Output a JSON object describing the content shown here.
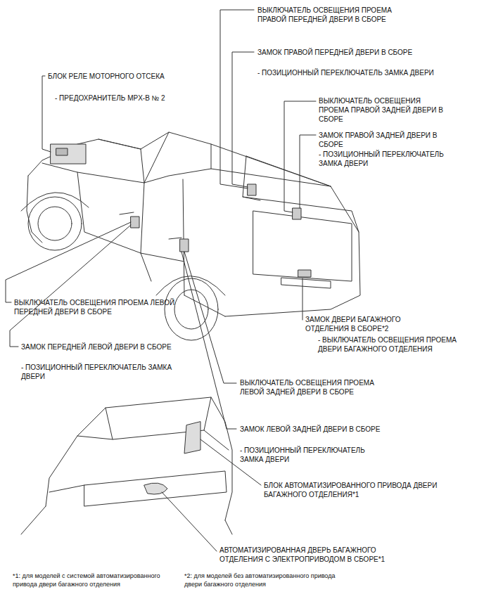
{
  "diagram": {
    "labels": [
      "ВЫКЛЮЧАТЕЛЬ ОСВЕЩЕНИЯ ПРОЕМА ПРАВОЙ ПЕРЕДНЕЙ ДВЕРИ В СБОРЕ",
      "ЗАМОК ПРАВОЙ ПЕРЕДНЕЙ ДВЕРИ В СБОРЕ",
      "- ПОЗИЦИОННЫЙ ПЕРЕКЛЮЧАТЕЛЬ ЗАМКА ДВЕРИ",
      "БЛОК РЕЛЕ МОТОРНОГО ОТСЕКА",
      "- ПРЕДОХРАНИТЕЛЬ MPX-B № 2",
      "ВЫКЛЮЧАТЕЛЬ ОСВЕЩЕНИЯ ПРОЕМА ПРАВОЙ ЗАДНЕЙ ДВЕРИ В СБОРЕ",
      "ЗАМОК ПРАВОЙ ЗАДНЕЙ ДВЕРИ В СБОРЕ",
      "- ПОЗИЦИОННЫЙ ПЕРЕКЛЮЧАТЕЛЬ ЗАМКА ДВЕРИ",
      "ВЫКЛЮЧАТЕЛЬ ОСВЕЩЕНИЯ ПРОЕМА ЛЕВОЙ ПЕРЕДНЕЙ ДВЕРИ В СБОРЕ",
      "ЗАМОК ПЕРЕДНЕЙ ЛЕВОЙ ДВЕРИ В СБОРЕ",
      "- ПОЗИЦИОННЫЙ ПЕРЕКЛЮЧАТЕЛЬ ЗАМКА ДВЕРИ",
      "ЗАМОК ДВЕРИ БАГАЖНОГО ОТДЕЛЕНИЯ В СБОРЕ*2",
      "- ВЫКЛЮЧАТЕЛЬ ОСВЕЩЕНИЯ ПРОЕМА ДВЕРИ БАГАЖНОГО ОТДЕЛЕНИЯ",
      "ВЫКЛЮЧАТЕЛЬ ОСВЕЩЕНИЯ ПРОЕМА ЛЕВОЙ ЗАДНЕЙ ДВЕРИ В СБОРЕ",
      "ЗАМОК ЛЕВОЙ ЗАДНЕЙ ДВЕРИ В СБОРЕ",
      "- ПОЗИЦИОННЫЙ ПЕРЕКЛЮЧАТЕЛЬ ЗАМКА ДВЕРИ",
      "БЛОК АВТОМАТИЗИРОВАННОГО ПРИВОДА ДВЕРИ БАГАЖНОГО ОТДЕЛЕНИЯ*1",
      "АВТОМАТИЗИРОВАННАЯ ДВЕРЬ БАГАЖНОГО ОТДЕЛЕНИЯ С ЭЛЕКТРОПРИВОДОМ В СБОРЕ*1",
      "*1: для моделей с системой автоматизированного привода двери багажного отделения",
      "*2: для моделей без автоматизированного привода двери багажного отделения"
    ]
  }
}
